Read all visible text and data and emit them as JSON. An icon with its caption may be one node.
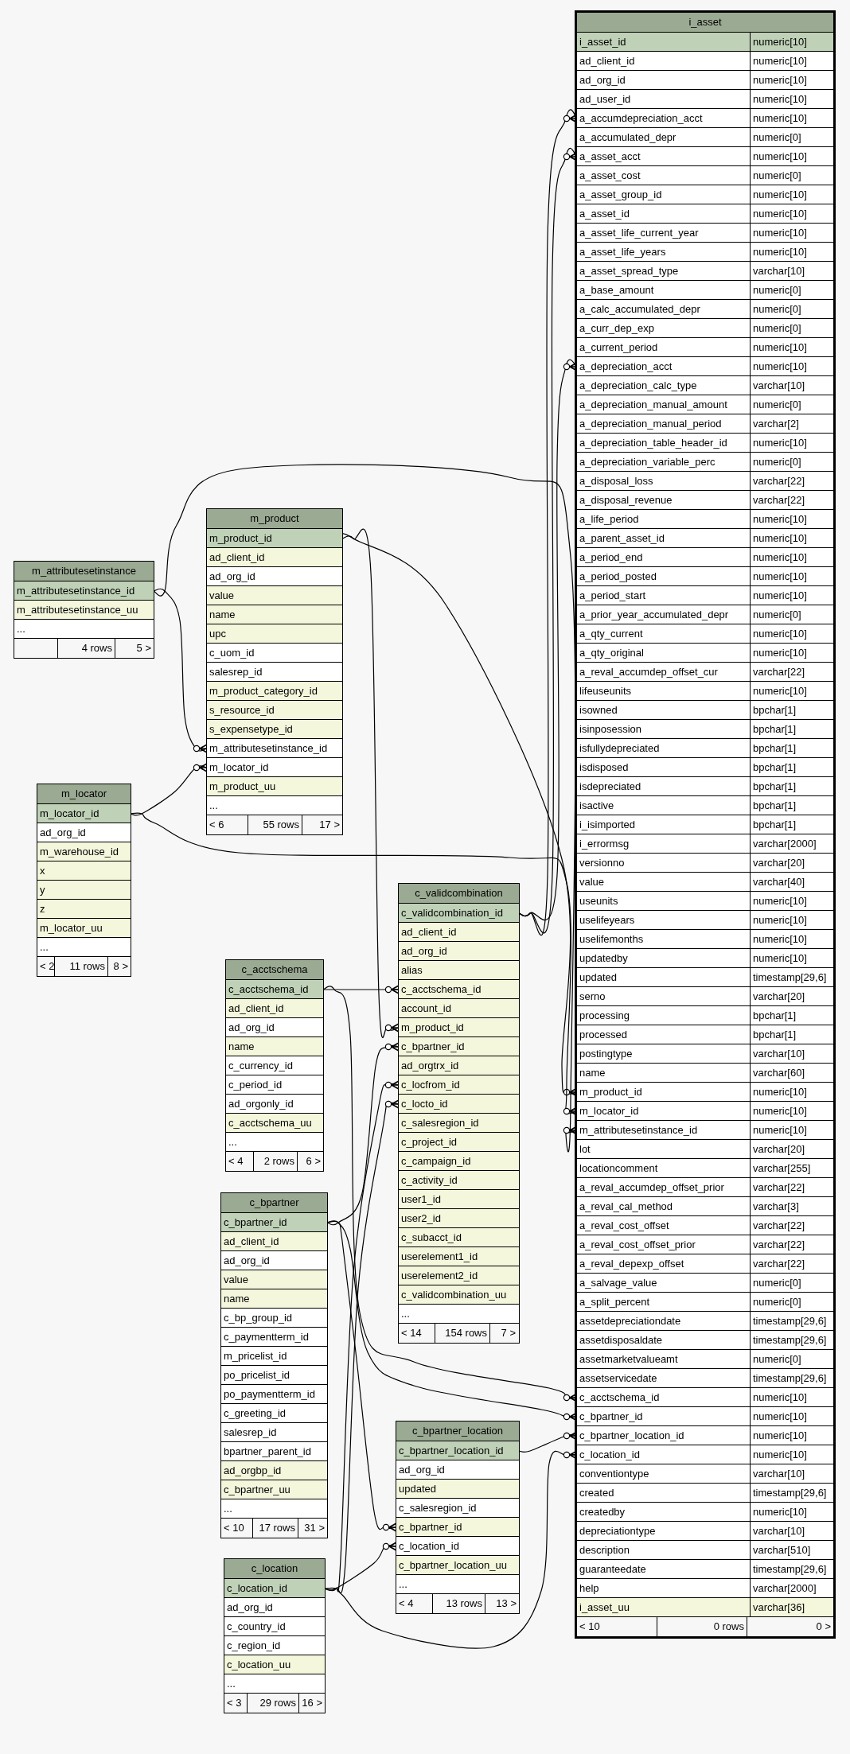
{
  "diagram": {
    "nodes": [
      {
        "text": [
          "i_asset"
        ]
      },
      {
        "text": [
          "i_asset_id",
          "numeric[10]"
        ],
        "in": 0
      },
      {
        "text": [
          "ad_client_id",
          "numeric[10]"
        ],
        "in": 0
      },
      {
        "text": [
          "ad_org_id",
          "numeric[10]"
        ],
        "in": 0
      },
      {
        "text": [
          "ad_user_id",
          "numeric[10]"
        ],
        "in": 0
      },
      {
        "text": [
          "a_accumdepreciation_acct",
          "numeric[10]"
        ],
        "in": 0
      },
      {
        "text": [
          "a_accumulated_depr",
          "numeric[0]"
        ],
        "in": 0
      },
      {
        "text": [
          "a_asset_acct",
          "numeric[10]"
        ],
        "in": 0
      },
      {
        "text": [
          "a_asset_cost",
          "numeric[0]"
        ],
        "in": 0
      },
      {
        "text": [
          "a_asset_group_id",
          "numeric[10]"
        ],
        "in": 0
      },
      {
        "text": [
          "a_asset_id",
          "numeric[10]"
        ],
        "in": 0
      },
      {
        "text": [
          "a_asset_life_current_year",
          "numeric[10]"
        ],
        "in": 0
      },
      {
        "text": [
          "a_asset_life_years",
          "numeric[10]"
        ],
        "in": 0
      },
      {
        "text": [
          "a_asset_spread_type",
          "varchar[10]"
        ],
        "in": 0
      },
      {
        "text": [
          "a_base_amount",
          "numeric[0]"
        ],
        "in": 0
      },
      {
        "text": [
          "a_calc_accumulated_depr",
          "numeric[0]"
        ],
        "in": 0
      },
      {
        "text": [
          "a_curr_dep_exp",
          "numeric[0]"
        ],
        "in": 0
      },
      {
        "text": [
          "a_current_period",
          "numeric[10]"
        ],
        "in": 0
      },
      {
        "text": [
          "a_depreciation_acct",
          "numeric[10]"
        ],
        "in": 0
      },
      {
        "text": [
          "a_depreciation_calc_type",
          "varchar[10]"
        ],
        "in": 0
      },
      {
        "text": [
          "a_depreciation_manual_amount",
          "numeric[0]"
        ],
        "in": 0
      },
      {
        "text": [
          "a_depreciation_manual_period",
          "varchar[2]"
        ],
        "in": 0
      },
      {
        "text": [
          "a_depreciation_table_header_id",
          "numeric[10]"
        ],
        "in": 0
      },
      {
        "text": [
          "a_depreciation_variable_perc",
          "numeric[0]"
        ],
        "in": 0
      },
      {
        "text": [
          "a_disposal_loss",
          "varchar[22]"
        ],
        "in": 0
      },
      {
        "text": [
          "a_disposal_revenue",
          "varchar[22]"
        ],
        "in": 0
      },
      {
        "text": [
          "a_life_period",
          "numeric[10]"
        ],
        "in": 0
      },
      {
        "text": [
          "a_parent_asset_id",
          "numeric[10]"
        ],
        "in": 0
      },
      {
        "text": [
          "a_period_end",
          "numeric[10]"
        ],
        "in": 0
      },
      {
        "text": [
          "a_period_posted",
          "numeric[10]"
        ],
        "in": 0
      },
      {
        "text": [
          "a_period_start",
          "numeric[10]"
        ],
        "in": 0
      },
      {
        "text": [
          "a_prior_year_accumulated_depr",
          "numeric[0]"
        ],
        "in": 0
      },
      {
        "text": [
          "a_qty_current",
          "numeric[10]"
        ],
        "in": 0
      },
      {
        "text": [
          "a_qty_original",
          "numeric[10]"
        ],
        "in": 0
      },
      {
        "text": [
          "a_reval_accumdep_offset_cur",
          "varchar[22]"
        ],
        "in": 0
      },
      {
        "text": [
          "lifeuseunits",
          "numeric[10]"
        ],
        "in": 0
      },
      {
        "text": [
          "isowned",
          "bpchar[1]"
        ],
        "in": 0
      },
      {
        "text": [
          "isinposession",
          "bpchar[1]"
        ],
        "in": 0
      },
      {
        "text": [
          "isfullydepreciated",
          "bpchar[1]"
        ],
        "in": 0
      },
      {
        "text": [
          "isdisposed",
          "bpchar[1]"
        ],
        "in": 0
      },
      {
        "text": [
          "isdepreciated",
          "bpchar[1]"
        ],
        "in": 0
      },
      {
        "text": [
          "isactive",
          "bpchar[1]"
        ],
        "in": 0
      },
      {
        "text": [
          "i_isimported",
          "bpchar[1]"
        ],
        "in": 0
      },
      {
        "text": [
          "i_errormsg",
          "varchar[2000]"
        ],
        "in": 0
      },
      {
        "text": [
          "versionno",
          "varchar[20]"
        ],
        "in": 0
      },
      {
        "text": [
          "value",
          "varchar[40]"
        ],
        "in": 0
      },
      {
        "text": [
          "useunits",
          "numeric[10]"
        ],
        "in": 0
      },
      {
        "text": [
          "uselifeyears",
          "numeric[10]"
        ],
        "in": 0
      },
      {
        "text": [
          "uselifemonths",
          "numeric[10]"
        ],
        "in": 0
      },
      {
        "text": [
          "updatedby",
          "numeric[10]"
        ],
        "in": 0
      },
      {
        "text": [
          "updated",
          "timestamp[29,6]"
        ],
        "in": 0
      },
      {
        "text": [
          "serno",
          "varchar[20]"
        ],
        "in": 0
      },
      {
        "text": [
          "processing",
          "bpchar[1]"
        ],
        "in": 0
      },
      {
        "text": [
          "processed",
          "bpchar[1]"
        ],
        "in": 0
      },
      {
        "text": [
          "postingtype",
          "varchar[10]"
        ],
        "in": 0
      },
      {
        "text": [
          "name",
          "varchar[60]"
        ],
        "in": 0
      },
      {
        "text": [
          "m_product_id",
          "numeric[10]"
        ],
        "in": 0
      },
      {
        "text": [
          "m_locator_id",
          "numeric[10]"
        ],
        "in": 0
      },
      {
        "text": [
          "m_attributesetinstance_id",
          "numeric[10]"
        ],
        "in": 0
      },
      {
        "text": [
          "lot",
          "varchar[20]"
        ],
        "in": 0
      },
      {
        "text": [
          "locationcomment",
          "varchar[255]"
        ],
        "in": 0
      },
      {
        "text": [
          "a_reval_accumdep_offset_prior",
          "varchar[22]"
        ],
        "in": 0
      },
      {
        "text": [
          "a_reval_cal_method",
          "varchar[3]"
        ],
        "in": 0
      },
      {
        "text": [
          "a_reval_cost_offset",
          "varchar[22]"
        ],
        "in": 0
      },
      {
        "text": [
          "a_reval_cost_offset_prior",
          "varchar[22]"
        ],
        "in": 0
      },
      {
        "text": [
          "a_reval_depexp_offset",
          "varchar[22]"
        ],
        "in": 0
      },
      {
        "text": [
          "a_salvage_value",
          "numeric[0]"
        ],
        "in": 0
      },
      {
        "text": [
          "a_split_percent",
          "numeric[0]"
        ],
        "in": 0
      },
      {
        "text": [
          "assetdepreciationdate",
          "timestamp[29,6]"
        ],
        "in": 0
      },
      {
        "text": [
          "assetdisposaldate",
          "timestamp[29,6]"
        ],
        "in": 0
      },
      {
        "text": [
          "assetmarketvalueamt",
          "numeric[0]"
        ],
        "in": 0
      },
      {
        "text": [
          "assetservicedate",
          "timestamp[29,6]"
        ],
        "in": 0
      },
      {
        "text": [
          "c_acctschema_id",
          "numeric[10]"
        ],
        "in": 0
      },
      {
        "text": [
          "c_bpartner_id",
          "numeric[10]"
        ],
        "in": 0
      },
      {
        "text": [
          "c_bpartner_location_id",
          "numeric[10]"
        ],
        "in": 0
      },
      {
        "text": [
          "c_location_id",
          "numeric[10]"
        ],
        "in": 0
      },
      {
        "text": [
          "conventiontype",
          "varchar[10]"
        ],
        "in": 0
      },
      {
        "text": [
          "created",
          "timestamp[29,6]"
        ],
        "in": 0
      },
      {
        "text": [
          "createdby",
          "numeric[10]"
        ],
        "in": 0
      },
      {
        "text": [
          "depreciationtype",
          "varchar[10]"
        ],
        "in": 0
      },
      {
        "text": [
          "description",
          "varchar[510]"
        ],
        "in": 0
      },
      {
        "text": [
          "guaranteedate",
          "timestamp[29,6]"
        ],
        "in": 0
      },
      {
        "text": [
          "help",
          "varchar[2000]"
        ],
        "in": 0
      },
      {
        "text": [
          "i_asset_uu",
          "varchar[36]"
        ],
        "in": 0
      },
      {
        "text": [
          "< 10",
          "0 rows",
          "0 >"
        ],
        "in": 0
      },
      {
        "text": [
          "m_product"
        ]
      },
      {
        "text": [
          "m_product_id"
        ],
        "in": 85
      },
      {
        "text": [
          "ad_client_id"
        ],
        "in": 85
      },
      {
        "text": [
          "ad_org_id"
        ],
        "in": 85
      },
      {
        "text": [
          "value"
        ],
        "in": 85
      },
      {
        "text": [
          "name"
        ],
        "in": 85
      },
      {
        "text": [
          "upc"
        ],
        "in": 85
      },
      {
        "text": [
          "c_uom_id"
        ],
        "in": 85
      },
      {
        "text": [
          "salesrep_id"
        ],
        "in": 85
      },
      {
        "text": [
          "m_product_category_id"
        ],
        "in": 85
      },
      {
        "text": [
          "s_resource_id"
        ],
        "in": 85
      },
      {
        "text": [
          "s_expensetype_id"
        ],
        "in": 85
      },
      {
        "text": [
          "m_attributesetinstance_id"
        ],
        "in": 85
      },
      {
        "text": [
          "m_locator_id"
        ],
        "in": 85
      },
      {
        "text": [
          "m_product_uu"
        ],
        "in": 85
      },
      {
        "text": [
          "..."
        ],
        "in": 85
      },
      {
        "text": [
          "< 6",
          "55 rows",
          "17 >"
        ],
        "in": 85
      },
      {
        "text": [
          "m_attributesetinstance"
        ]
      },
      {
        "text": [
          "m_attributesetinstance_id"
        ],
        "in": 102
      },
      {
        "text": [
          "m_attributesetinstance_uu"
        ],
        "in": 102
      },
      {
        "text": [
          "..."
        ],
        "in": 102
      },
      {
        "text": [
          "4 rows",
          "5 >"
        ],
        "in": 102
      },
      {
        "text": [
          "m_locator"
        ]
      },
      {
        "text": [
          "m_locator_id"
        ],
        "in": 107
      },
      {
        "text": [
          "ad_org_id"
        ],
        "in": 107
      },
      {
        "text": [
          "m_warehouse_id"
        ],
        "in": 107
      },
      {
        "text": [
          "x"
        ],
        "in": 107
      },
      {
        "text": [
          "y"
        ],
        "in": 107
      },
      {
        "text": [
          "z"
        ],
        "in": 107
      },
      {
        "text": [
          "m_locator_uu"
        ],
        "in": 107
      },
      {
        "text": [
          "..."
        ],
        "in": 107
      },
      {
        "text": [
          "< 2",
          "11 rows",
          "8 >"
        ],
        "in": 107
      },
      {
        "text": [
          "c_validcombination"
        ]
      },
      {
        "text": [
          "c_validcombination_id"
        ],
        "in": 117
      },
      {
        "text": [
          "ad_client_id"
        ],
        "in": 117
      },
      {
        "text": [
          "ad_org_id"
        ],
        "in": 117
      },
      {
        "text": [
          "alias"
        ],
        "in": 117
      },
      {
        "text": [
          "c_acctschema_id"
        ],
        "in": 117
      },
      {
        "text": [
          "account_id"
        ],
        "in": 117
      },
      {
        "text": [
          "m_product_id"
        ],
        "in": 117
      },
      {
        "text": [
          "c_bpartner_id"
        ],
        "in": 117
      },
      {
        "text": [
          "ad_orgtrx_id"
        ],
        "in": 117
      },
      {
        "text": [
          "c_locfrom_id"
        ],
        "in": 117
      },
      {
        "text": [
          "c_locto_id"
        ],
        "in": 117
      },
      {
        "text": [
          "c_salesregion_id"
        ],
        "in": 117
      },
      {
        "text": [
          "c_project_id"
        ],
        "in": 117
      },
      {
        "text": [
          "c_campaign_id"
        ],
        "in": 117
      },
      {
        "text": [
          "c_activity_id"
        ],
        "in": 117
      },
      {
        "text": [
          "user1_id"
        ],
        "in": 117
      },
      {
        "text": [
          "user2_id"
        ],
        "in": 117
      },
      {
        "text": [
          "c_subacct_id"
        ],
        "in": 117
      },
      {
        "text": [
          "userelement1_id"
        ],
        "in": 117
      },
      {
        "text": [
          "userelement2_id"
        ],
        "in": 117
      },
      {
        "text": [
          "c_validcombination_uu"
        ],
        "in": 117
      },
      {
        "text": [
          "..."
        ],
        "in": 117
      },
      {
        "text": [
          "< 14",
          "154 rows",
          "7 >"
        ],
        "in": 117
      },
      {
        "text": [
          "c_acctschema"
        ]
      },
      {
        "text": [
          "c_acctschema_id"
        ],
        "in": 141
      },
      {
        "text": [
          "ad_client_id"
        ],
        "in": 141
      },
      {
        "text": [
          "ad_org_id"
        ],
        "in": 141
      },
      {
        "text": [
          "name"
        ],
        "in": 141
      },
      {
        "text": [
          "c_currency_id"
        ],
        "in": 141
      },
      {
        "text": [
          "c_period_id"
        ],
        "in": 141
      },
      {
        "text": [
          "ad_orgonly_id"
        ],
        "in": 141
      },
      {
        "text": [
          "c_acctschema_uu"
        ],
        "in": 141
      },
      {
        "text": [
          "..."
        ],
        "in": 141
      },
      {
        "text": [
          "< 4",
          "2 rows",
          "6 >"
        ],
        "in": 141
      },
      {
        "text": [
          "c_bpartner"
        ]
      },
      {
        "text": [
          "c_bpartner_id"
        ],
        "in": 152
      },
      {
        "text": [
          "ad_client_id"
        ],
        "in": 152
      },
      {
        "text": [
          "ad_org_id"
        ],
        "in": 152
      },
      {
        "text": [
          "value"
        ],
        "in": 152
      },
      {
        "text": [
          "name"
        ],
        "in": 152
      },
      {
        "text": [
          "c_bp_group_id"
        ],
        "in": 152
      },
      {
        "text": [
          "c_paymentterm_id"
        ],
        "in": 152
      },
      {
        "text": [
          "m_pricelist_id"
        ],
        "in": 152
      },
      {
        "text": [
          "po_pricelist_id"
        ],
        "in": 152
      },
      {
        "text": [
          "po_paymentterm_id"
        ],
        "in": 152
      },
      {
        "text": [
          "c_greeting_id"
        ],
        "in": 152
      },
      {
        "text": [
          "salesrep_id"
        ],
        "in": 152
      },
      {
        "text": [
          "bpartner_parent_id"
        ],
        "in": 152
      },
      {
        "text": [
          "ad_orgbp_id"
        ],
        "in": 152
      },
      {
        "text": [
          "c_bpartner_uu"
        ],
        "in": 152
      },
      {
        "text": [
          "..."
        ],
        "in": 152
      },
      {
        "text": [
          "< 10",
          "17 rows",
          "31 >"
        ],
        "in": 152
      },
      {
        "text": [
          "c_bpartner_location"
        ]
      },
      {
        "text": [
          "c_bpartner_location_id"
        ],
        "in": 170
      },
      {
        "text": [
          "ad_org_id"
        ],
        "in": 170
      },
      {
        "text": [
          "updated"
        ],
        "in": 170
      },
      {
        "text": [
          "c_salesregion_id"
        ],
        "in": 170
      },
      {
        "text": [
          "c_bpartner_id"
        ],
        "in": 170
      },
      {
        "text": [
          "c_location_id"
        ],
        "in": 170
      },
      {
        "text": [
          "c_bpartner_location_uu"
        ],
        "in": 170
      },
      {
        "text": [
          "..."
        ],
        "in": 170
      },
      {
        "text": [
          "< 4",
          "13 rows",
          "13 >"
        ],
        "in": 170
      },
      {
        "text": [
          "c_location"
        ]
      },
      {
        "text": [
          "c_location_id"
        ],
        "in": 180
      },
      {
        "text": [
          "ad_org_id"
        ],
        "in": 180
      },
      {
        "text": [
          "c_country_id"
        ],
        "in": 180
      },
      {
        "text": [
          "c_region_id"
        ],
        "in": 180
      },
      {
        "text": [
          "c_location_uu"
        ],
        "in": 180
      },
      {
        "text": [
          "..."
        ],
        "in": 180
      },
      {
        "text": [
          "< 3",
          "29 rows",
          "16 >"
        ],
        "in": 180
      }
    ],
    "edges": [
      {
        "from": 5,
        "to": 118,
        "arrow": "other"
      },
      {
        "from": 7,
        "to": 118,
        "arrow": "other"
      },
      {
        "from": 18,
        "to": 118,
        "arrow": "other"
      },
      {
        "from": 56,
        "to": 86,
        "arrow": "other"
      },
      {
        "from": 57,
        "to": 108,
        "arrow": "other"
      },
      {
        "from": 58,
        "to": 103,
        "arrow": "other"
      },
      {
        "from": 72,
        "to": 142,
        "arrow": "other"
      },
      {
        "from": 73,
        "to": 153,
        "arrow": "other"
      },
      {
        "from": 74,
        "to": 171,
        "arrow": "other"
      },
      {
        "from": 75,
        "to": 181,
        "arrow": "other"
      },
      {
        "from": 97,
        "to": 103,
        "arrow": "other"
      },
      {
        "from": 98,
        "to": 108,
        "arrow": "other"
      },
      {
        "from": 122,
        "to": 142,
        "arrow": "other"
      },
      {
        "from": 124,
        "to": 86,
        "arrow": "other"
      },
      {
        "from": 125,
        "to": 153,
        "arrow": "other"
      },
      {
        "from": 127,
        "to": 181,
        "arrow": "other"
      },
      {
        "from": 128,
        "to": 181,
        "arrow": "other"
      },
      {
        "from": 175,
        "to": 153,
        "arrow": "other"
      },
      {
        "from": 176,
        "to": 181,
        "arrow": "other"
      }
    ]
  }
}
